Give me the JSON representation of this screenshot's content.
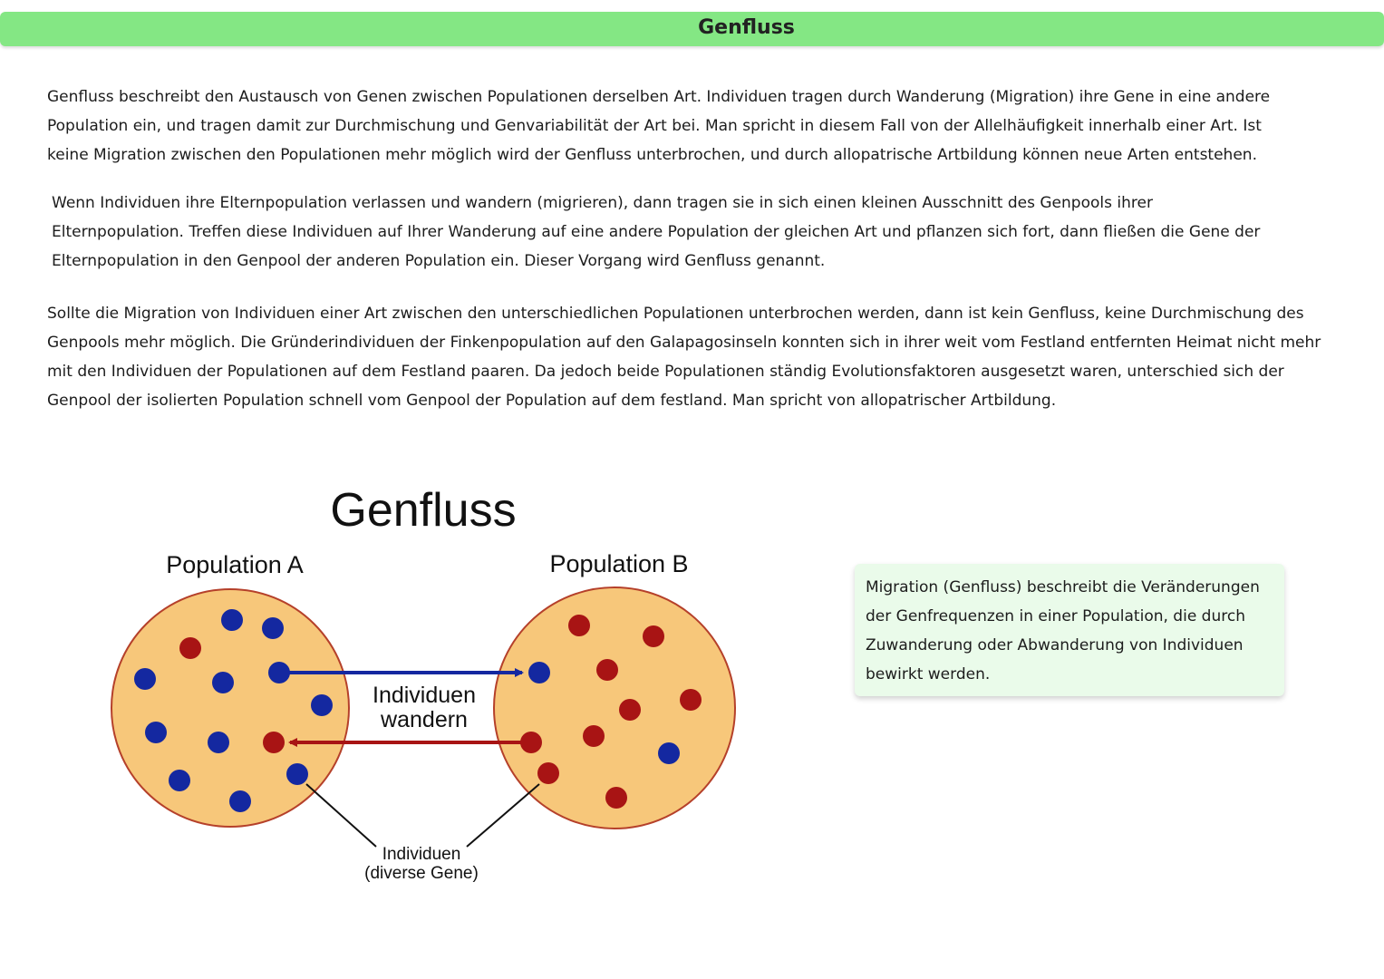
{
  "header": {
    "title": "Genfluss",
    "bar_color": "#84e784"
  },
  "paragraphs": {
    "p1": "Genfluss beschreibt den Austausch von Genen zwischen Populationen derselben Art. Individuen tragen durch Wanderung (Migration) ihre Gene in eine andere Population ein, und tragen damit zur Durchmischung und Genvariabilität der Art bei. Man spricht in diesem Fall von der Allelhäufigkeit innerhalb einer Art. Ist keine Migration zwischen den Populationen mehr möglich wird der Genfluss unterbrochen, und durch allopatrische Artbildung können neue Arten entstehen.",
    "p2": "Wenn Individuen ihre Elternpopulation verlassen und wandern (migrieren), dann tragen sie in sich einen kleinen Ausschnitt des Genpools ihrer Elternpopulation. Treffen diese Individuen auf Ihrer Wanderung auf eine andere Population der gleichen Art und pflanzen sich fort, dann fließen die Gene der Elternpopulation in den Genpool der anderen Population ein. Dieser Vorgang wird Genfluss genannt.",
    "p3": "Sollte die Migration von Individuen einer Art zwischen den unterschiedlichen Populationen unterbrochen werden, dann ist kein Genfluss, keine Durchmischung des Genpools mehr möglich. Die Gründerindividuen der Finkenpopulation auf den Galapagosinseln konnten sich in ihrer weit vom Festland entfernten Heimat nicht mehr mit den Individuen der Populationen auf dem Festland paaren. Da jedoch beide Populationen ständig Evolutionsfaktoren ausgesetzt waren, unterschied sich der Genpool der isolierten Population schnell vom Genpool der Population auf dem festland. Man spricht von allopatrischer Artbildung."
  },
  "diagram": {
    "title": "Genfluss",
    "population_a_label": "Population A",
    "population_b_label": "Population B",
    "arrow_label_line1": "Individuen",
    "arrow_label_line2": "wandern",
    "pointer_label_line1": "Individuen",
    "pointer_label_line2": "(diverse Gene)",
    "colors": {
      "circle_fill": "#f7c77a",
      "circle_stroke": "#b5402a",
      "blue_dot": "#1428a0",
      "red_dot": "#a81414",
      "blue_arrow": "#1428a0",
      "red_arrow": "#a81414"
    }
  },
  "info_box": {
    "text": "Migration (Genfluss) beschreibt die Veränderungen der Genfrequenzen in einer Population, die durch Zuwanderung oder Abwanderung von Individuen bewirkt werden.",
    "background": "#eafbea"
  }
}
